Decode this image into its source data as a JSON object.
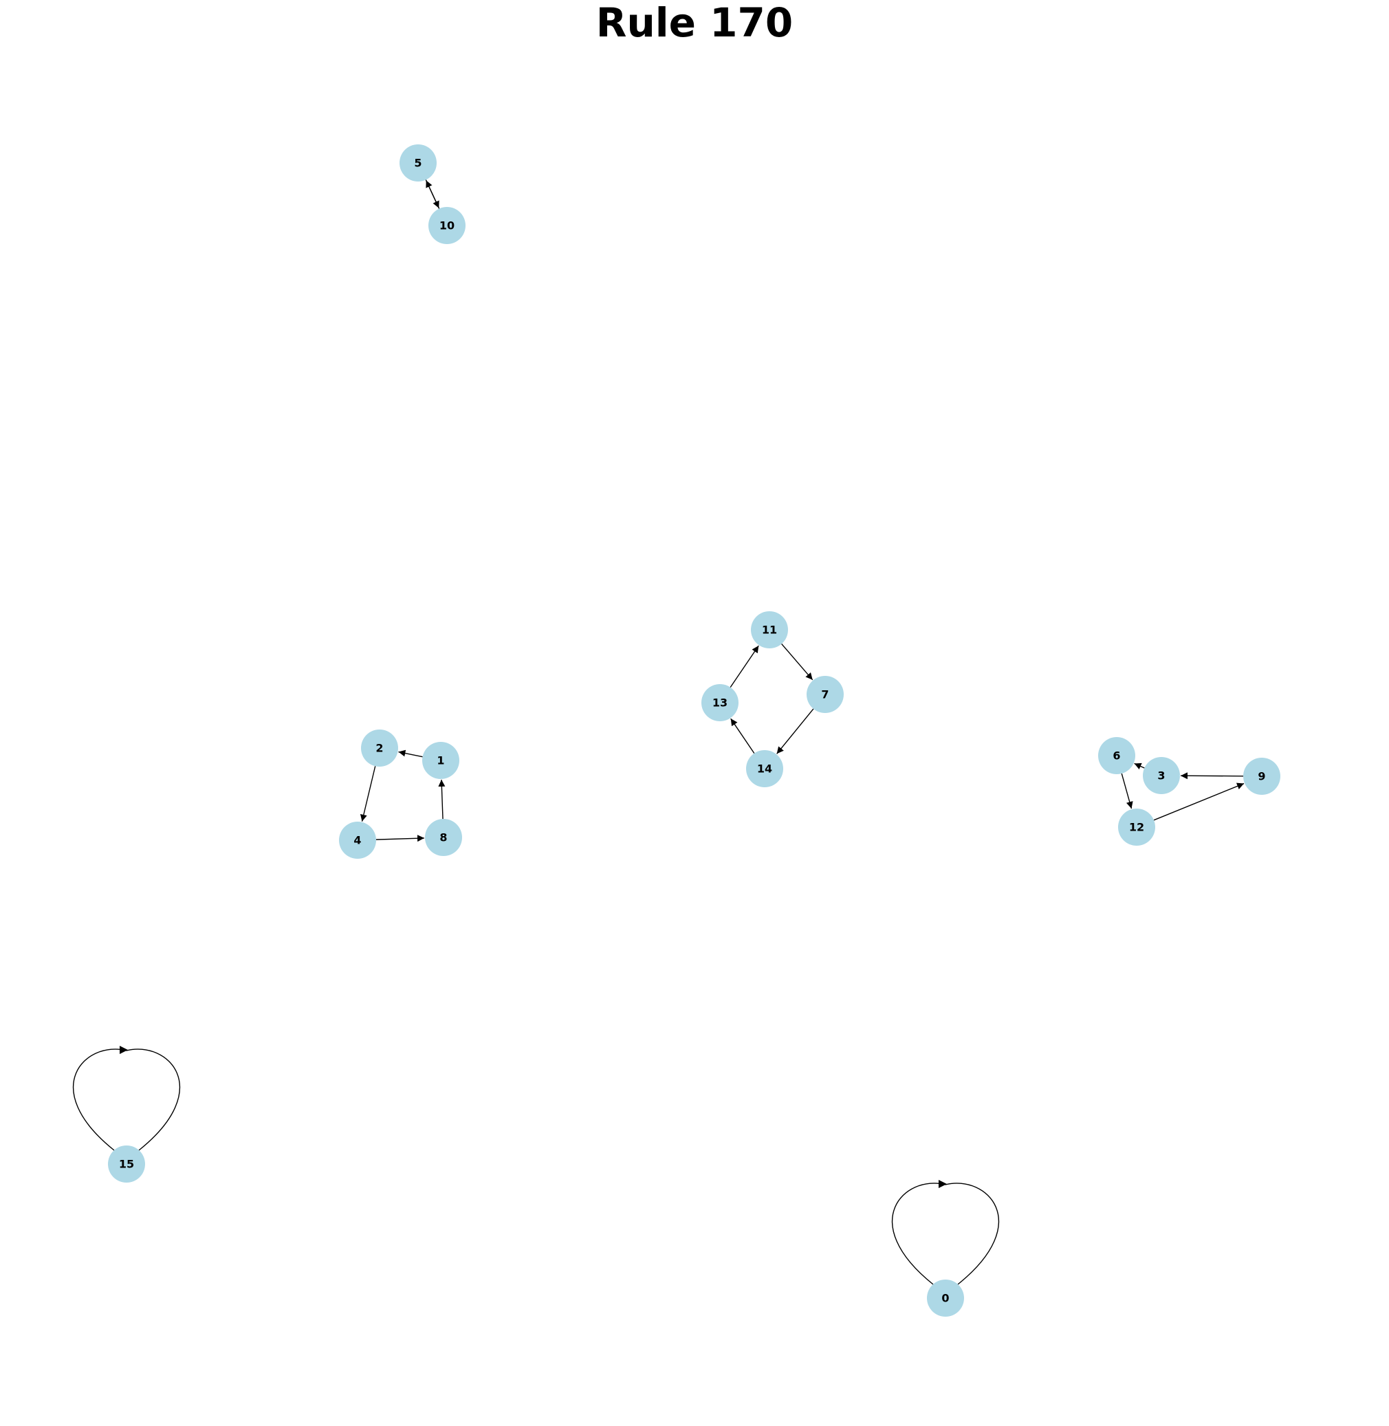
{
  "title": "Rule 170",
  "style": {
    "node_color": "#add8e6",
    "edge_color": "#000000",
    "label_color": "#000000"
  },
  "nodes": [
    {
      "id": "0",
      "label": "0"
    },
    {
      "id": "1",
      "label": "1"
    },
    {
      "id": "2",
      "label": "2"
    },
    {
      "id": "3",
      "label": "3"
    },
    {
      "id": "4",
      "label": "4"
    },
    {
      "id": "5",
      "label": "5"
    },
    {
      "id": "6",
      "label": "6"
    },
    {
      "id": "7",
      "label": "7"
    },
    {
      "id": "8",
      "label": "8"
    },
    {
      "id": "9",
      "label": "9"
    },
    {
      "id": "10",
      "label": "10"
    },
    {
      "id": "11",
      "label": "11"
    },
    {
      "id": "12",
      "label": "12"
    },
    {
      "id": "13",
      "label": "13"
    },
    {
      "id": "14",
      "label": "14"
    },
    {
      "id": "15",
      "label": "15"
    }
  ],
  "edges": [
    {
      "from": "0",
      "to": "0"
    },
    {
      "from": "15",
      "to": "15"
    },
    {
      "from": "5",
      "to": "10"
    },
    {
      "from": "10",
      "to": "5"
    },
    {
      "from": "1",
      "to": "2"
    },
    {
      "from": "2",
      "to": "4"
    },
    {
      "from": "4",
      "to": "8"
    },
    {
      "from": "8",
      "to": "1"
    },
    {
      "from": "11",
      "to": "7"
    },
    {
      "from": "7",
      "to": "14"
    },
    {
      "from": "14",
      "to": "13"
    },
    {
      "from": "13",
      "to": "11"
    },
    {
      "from": "3",
      "to": "6"
    },
    {
      "from": "6",
      "to": "12"
    },
    {
      "from": "12",
      "to": "9"
    },
    {
      "from": "9",
      "to": "3"
    }
  ]
}
